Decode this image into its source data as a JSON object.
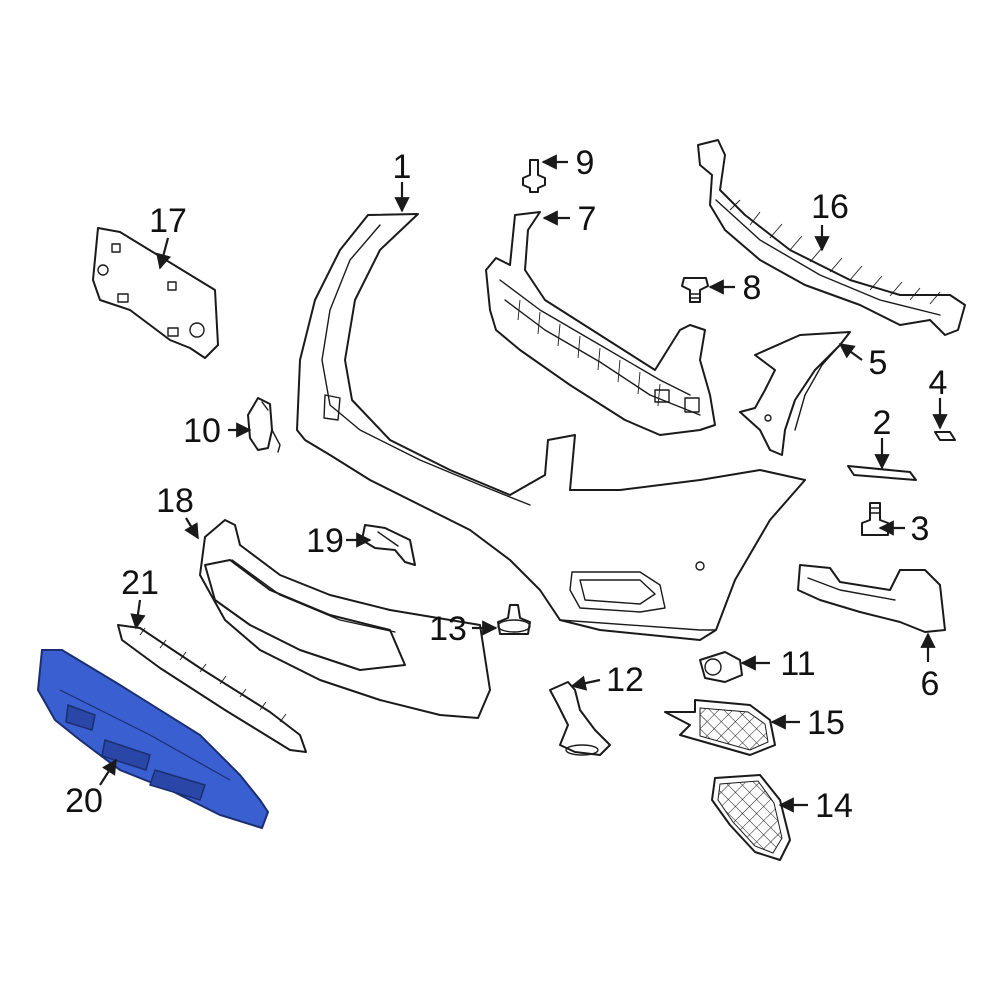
{
  "colors": {
    "highlight": "#3a5fd0",
    "line": "#1a1a1a",
    "background": "#ffffff"
  },
  "callouts": {
    "c1": "1",
    "c2": "2",
    "c3": "3",
    "c4": "4",
    "c5": "5",
    "c6": "6",
    "c7": "7",
    "c8": "8",
    "c9": "9",
    "c10": "10",
    "c11": "11",
    "c12": "12",
    "c13": "13",
    "c14": "14",
    "c15": "15",
    "c16": "16",
    "c17": "17",
    "c18": "18",
    "c19": "19",
    "c20": "20",
    "c21": "21"
  }
}
